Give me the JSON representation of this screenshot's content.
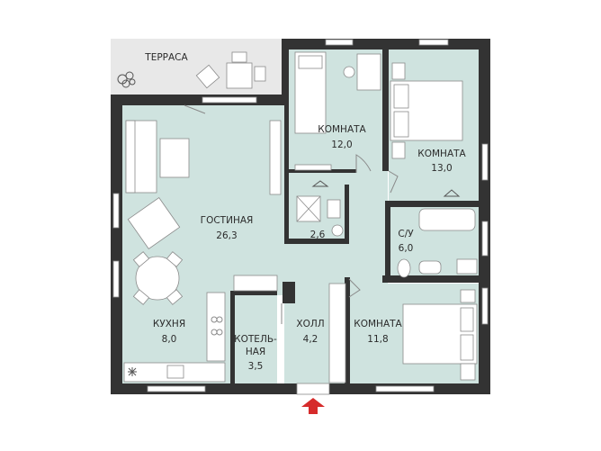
{
  "colors": {
    "floor": "#cfe3df",
    "wall": "#333333",
    "terrace": "#e8e8e8",
    "furniture": "#ffffff",
    "stroke": "#8a8a8a",
    "entrance_arrow": "#d62b2b"
  },
  "rooms": {
    "terrace": {
      "name": "ТЕРРАСА"
    },
    "living": {
      "name": "ГОСТИНАЯ",
      "area": "26,3"
    },
    "room_a": {
      "name": "КОМНАТА",
      "area": "12,0"
    },
    "room_b": {
      "name": "КОМНАТА",
      "area": "13,0"
    },
    "room_c": {
      "name": "КОМНАТА",
      "area": "11,8"
    },
    "bath_small": {
      "area": "2,6"
    },
    "bath": {
      "name": "С/У",
      "area": "6,0"
    },
    "kitchen": {
      "name": "КУХНЯ",
      "area": "8,0"
    },
    "boiler": {
      "name_line1": "КОТЕЛЬ-",
      "name_line2": "НАЯ",
      "area": "3,5"
    },
    "hall": {
      "name": "ХОЛЛ",
      "area": "4,2"
    }
  },
  "icons": [
    "entrance-arrow-icon",
    "hanger-icon",
    "snowflake-icon",
    "plant-icon"
  ]
}
